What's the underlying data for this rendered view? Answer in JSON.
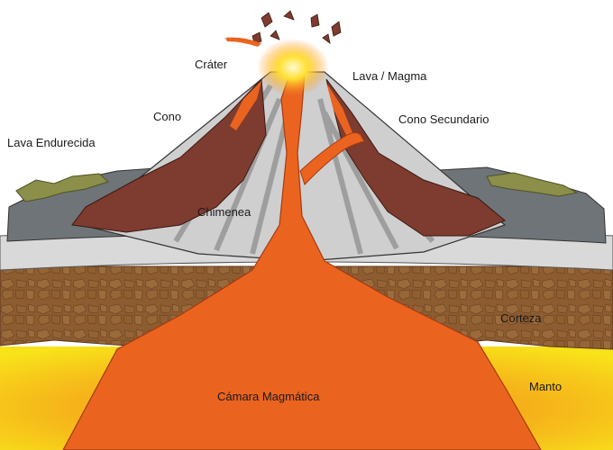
{
  "diagram": {
    "labels": {
      "crater": "Cráter",
      "lava_magma": "Lava / Magma",
      "cone": "Cono",
      "secondary_cone": "Cono Secundario",
      "hardened_lava": "Lava Endurecida",
      "chimney": "Chimenea",
      "crust": "Corteza",
      "mantle": "Manto",
      "magma_chamber": "Cámara Magmática"
    },
    "colors": {
      "mantle": "#f7d417",
      "crust": "#8a5a2f",
      "magma": "#ea6420",
      "cone_grey": "#cfcfcf",
      "lava_flow": "#7e3b2f",
      "ground": "#6f7478",
      "vegetation": "#8b8f4a"
    }
  }
}
